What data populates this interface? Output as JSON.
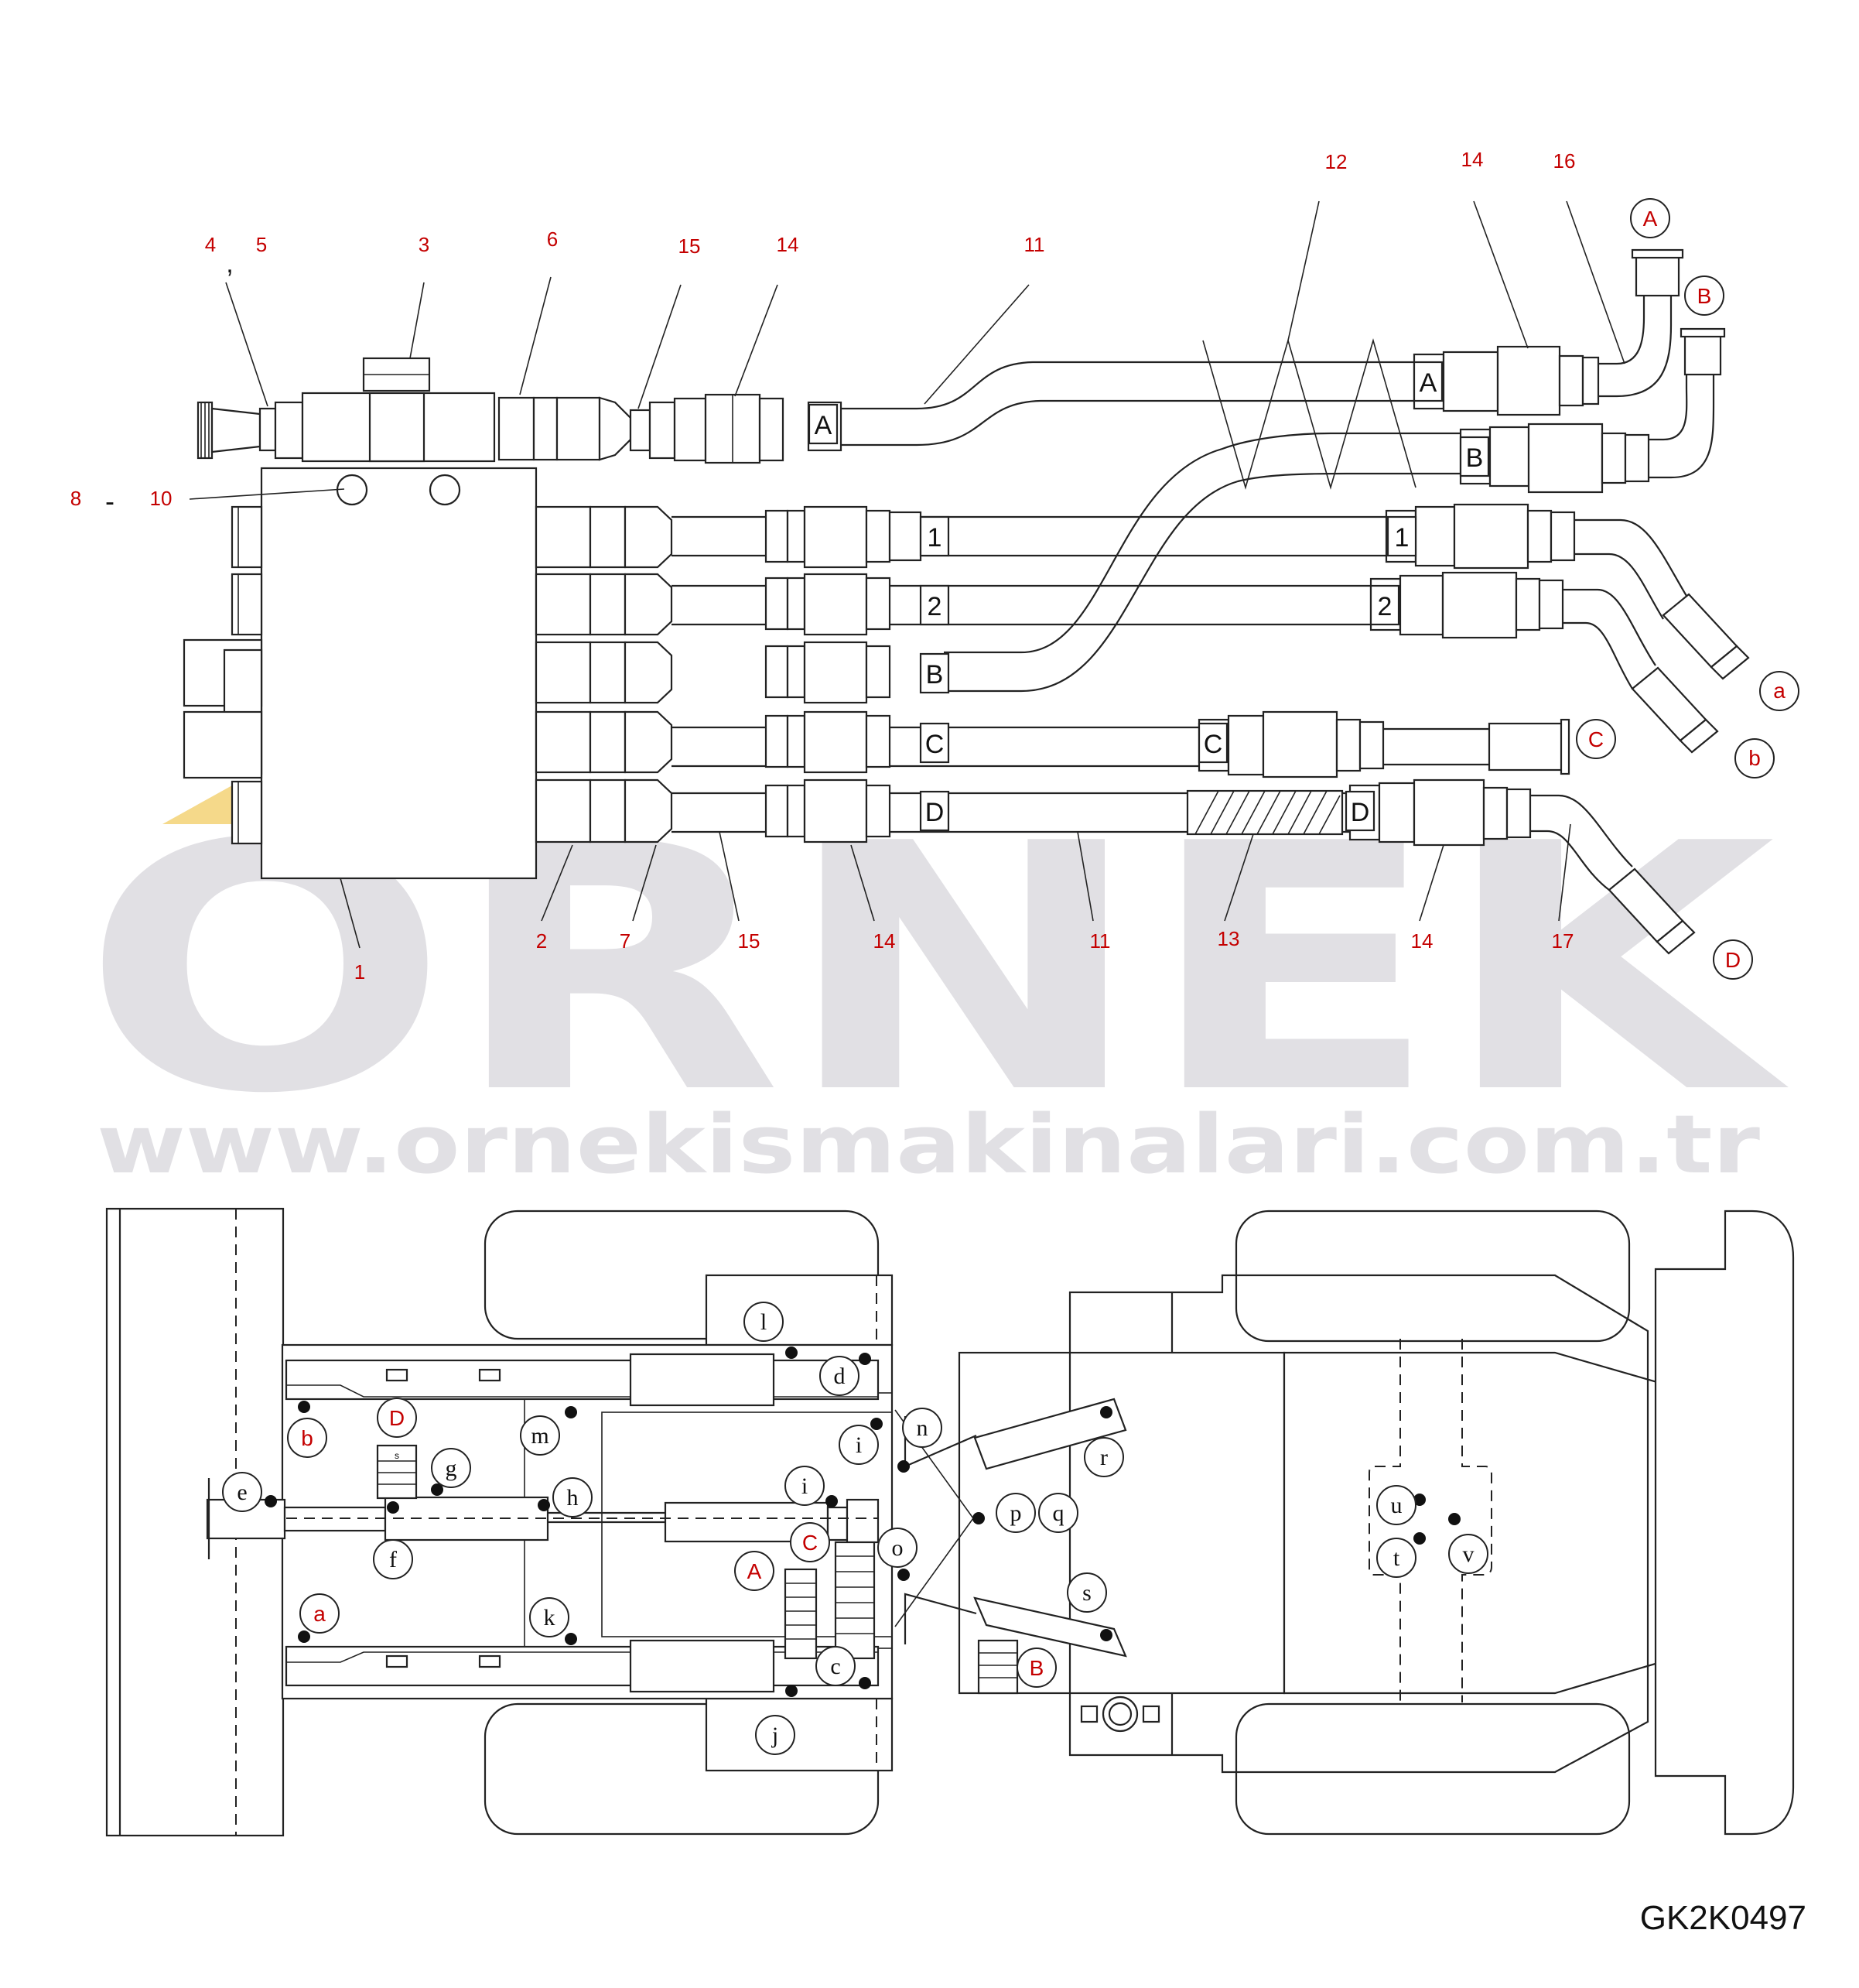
{
  "watermark": {
    "brand": "ORNEK",
    "url": "www.ornekismakinalari.com.tr",
    "color": "#e1e0e4",
    "accent": "#f5d98a"
  },
  "drawing_code": "GK2K0497",
  "colors": {
    "callout": "#c40000",
    "line": "#222222"
  },
  "callouts": {
    "c1": "1",
    "c2": "2",
    "c3": "3",
    "c4": "4",
    "comma": ",",
    "c5": "5",
    "c6": "6",
    "c7": "7",
    "c8": "8",
    "dash": "-",
    "c10": "10",
    "c11a": "11",
    "c11b": "11",
    "c12": "12",
    "c13": "13",
    "c14a": "14",
    "c14b": "14",
    "c14c": "14",
    "c14d": "14",
    "c15a": "15",
    "c15b": "15",
    "c16": "16",
    "c17": "17"
  },
  "port_circles": {
    "A": "A",
    "B": "B",
    "C": "C",
    "D": "D",
    "a": "a",
    "b": "b"
  },
  "hose_tags": {
    "A": "A",
    "B": "B",
    "C": "C",
    "D": "D",
    "one": "1",
    "two": "2"
  },
  "machine_labels": {
    "l": "l",
    "d": "d",
    "b_red": "b",
    "m": "m",
    "D_red": "D",
    "g": "g",
    "i1": "i",
    "i2": "i",
    "n": "n",
    "r": "r",
    "e": "e",
    "h": "h",
    "f": "f",
    "p": "p",
    "q": "q",
    "C_red": "C",
    "o": "o",
    "A_red": "A",
    "a_red": "a",
    "k": "k",
    "s": "s",
    "c": "c",
    "B_red": "B",
    "j": "j",
    "u": "u",
    "t": "t",
    "v": "v"
  },
  "label_plate": "s"
}
